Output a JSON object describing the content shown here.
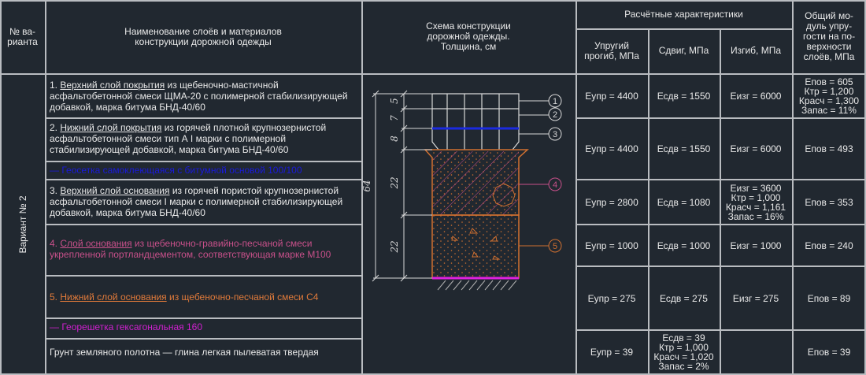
{
  "header": {
    "variant_no": "№ ва-\nрианта",
    "layers_title": "Наименование слоёв и материалов\nконструкции дорожной одежды",
    "scheme_title": "Схема конструкции\nдорожной одежды.\nТолщина, см",
    "calc_title": "Расчётные характеристики",
    "col_deflection": "Упругий\nпрогиб, МПа",
    "col_shear": "Сдвиг, МПа",
    "col_bending": "Изгиб, МПа",
    "col_total": "Общий мо-\nдуль упру-\nгости на по-\nверхности\nслоёв, МПа"
  },
  "variant_label": "Вариант № 2",
  "layers": [
    {
      "num": "1. ",
      "name": "Верхний слой покрытия",
      "rest": " из щебеночно-мастичной асфальтобетонной смеси ЩМА-20 с полимерной стабилизирующей добавкой, марка битума БНД-40/60",
      "color": "#e8e8e8"
    },
    {
      "num": "2. ",
      "name": "Нижний слой покрытия",
      "rest": " из горячей плотной крупнозернистой асфальтобетонной смеси тип А I марки с полимерной стабилизирующей добавкой, марка битума БНД-40/60",
      "color": "#e8e8e8"
    },
    {
      "text": "— Геосетка самоклеющаяся с битумной основой 100/100",
      "color": "#1a1adc"
    },
    {
      "num": "3. ",
      "name": "Верхний слой основания",
      "rest": " из горячей пористой крупнозернистой асфальтобетонной смеси I марки с полимерной стабилизирующей добавкой, марка битума БНД-40/60",
      "color": "#e8e8e8"
    },
    {
      "num": "4. ",
      "name": "Слой основания",
      "rest": " из щебеночно-гравийно-песчаной смеси укрепленной портландцементом, соответствующая марке М100",
      "color": "#c8508a"
    },
    {
      "num": "5. ",
      "name": "Нижний слой основания",
      "rest": " из щебеночно-песчаной смеси С4",
      "color": "#e07a3a"
    },
    {
      "text": "— Георешетка гексагональная 160",
      "color": "#d020d0"
    },
    {
      "text": "Грунт земляного полотна — глина легкая пылеватая твердая",
      "color": "#e8e8e8"
    }
  ],
  "scheme": {
    "thicknesses": [
      "5",
      "7",
      "8",
      "22",
      "22"
    ],
    "total": "64",
    "callouts": [
      "1",
      "2",
      "3",
      "4",
      "5"
    ],
    "colors": {
      "asphalt": "#d8d8d8",
      "geogrid_blue": "#1a2ae0",
      "layer4": "#c8508a",
      "layer5": "#d07030",
      "geogrid_magenta": "#e020e0"
    }
  },
  "rows": [
    {
      "deflection": "Еупр = 4400",
      "shear": "Есдв = 1550",
      "bending": "Еизг = 6000",
      "total": "Епов = 605\nКтр = 1,200\nКрасч = 1,300\nЗапас = 11%"
    },
    {
      "deflection": "Еупр = 4400",
      "shear": "Есдв = 1550",
      "bending": "Еизг = 6000",
      "total": "Епов = 493"
    },
    {
      "deflection": "Еупр = 2800",
      "shear": "Есдв = 1080",
      "bending": "Еизг = 3600\nКтр = 1,000\nКрасч = 1,161\nЗапас = 16%",
      "total": "Епов = 353"
    },
    {
      "deflection": "Еупр = 1000",
      "shear": "Есдв = 1000",
      "bending": "Еизг = 1000",
      "total": "Епов = 240"
    },
    {
      "deflection": "Еупр = 275",
      "shear": "Есдв = 275",
      "bending": "Еизг = 275",
      "total": "Епов = 89"
    },
    {
      "deflection": "Еупр = 39",
      "shear": "Есдв = 39\nКтр = 1,000\nКрасч = 1,020\nЗапас = 2%",
      "bending": "",
      "total": "Епов = 39"
    }
  ]
}
